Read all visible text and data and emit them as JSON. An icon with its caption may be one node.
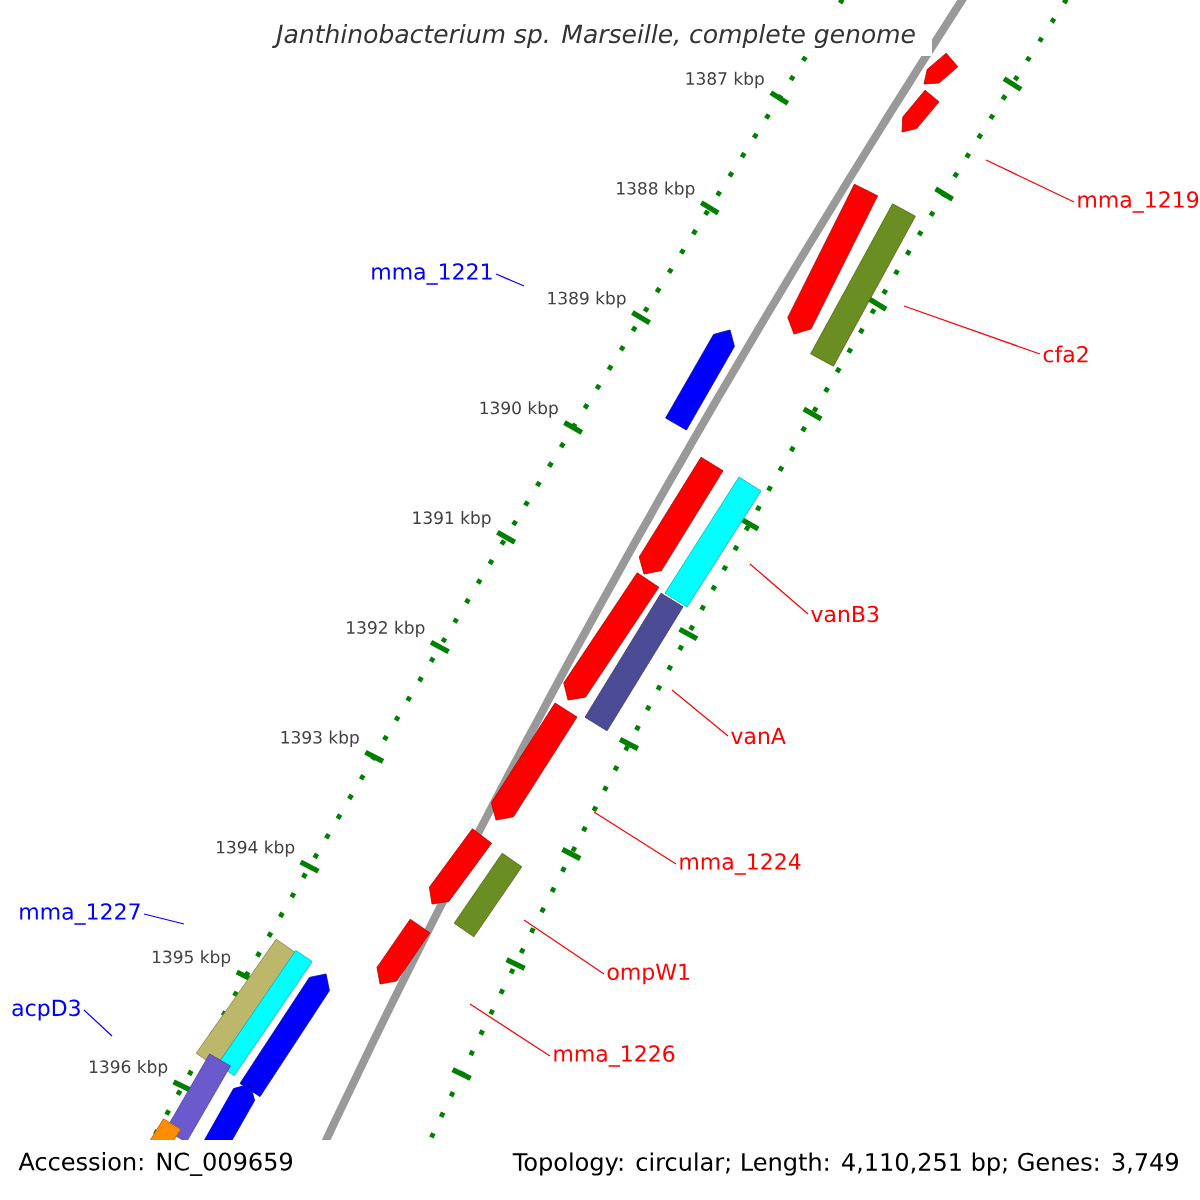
{
  "diagram": {
    "title": "Janthinobacterium sp. Marseille, complete genome",
    "nodes": [
      {
        "text": [
          "mma_1219"
        ]
      },
      {
        "text": [
          "mma_1221"
        ]
      },
      {
        "text": [
          "cfa2"
        ]
      },
      {
        "text": [
          "vanB3"
        ]
      },
      {
        "text": [
          "vanA"
        ]
      },
      {
        "text": [
          "mma_1224"
        ]
      },
      {
        "text": [
          "mma_1227"
        ]
      },
      {
        "text": [
          "ompW1"
        ]
      },
      {
        "text": [
          "acpD3"
        ]
      },
      {
        "text": [
          "mma_1226"
        ]
      }
    ],
    "edges": [
      {
        "from": 0,
        "to": null,
        "arrow": "none"
      },
      {
        "from": 1,
        "to": null,
        "arrow": "none",
        "color": "#0000ff"
      },
      {
        "from": 2,
        "to": null,
        "arrow": "none"
      },
      {
        "from": 3,
        "to": null,
        "arrow": "none"
      },
      {
        "from": 4,
        "to": null,
        "arrow": "none"
      },
      {
        "from": 5,
        "to": null,
        "arrow": "none"
      },
      {
        "from": 6,
        "to": null,
        "arrow": "none",
        "color": "#0000ff"
      },
      {
        "from": 7,
        "to": null,
        "arrow": "none"
      },
      {
        "from": 8,
        "to": null,
        "arrow": "none",
        "color": "#0000ff"
      },
      {
        "from": 9,
        "to": null,
        "arrow": "none"
      }
    ],
    "labels": [
      "1387 kbp",
      "1388 kbp",
      "1389 kbp",
      "1390 kbp",
      "1391 kbp",
      "1392 kbp",
      "1393 kbp",
      "1394 kbp",
      "1395 kbp",
      "1396 kbp",
      "Accession: NC_009659",
      "Topology: circular; Length: 4,110,251 bp; Genes: 3,749"
    ]
  }
}
